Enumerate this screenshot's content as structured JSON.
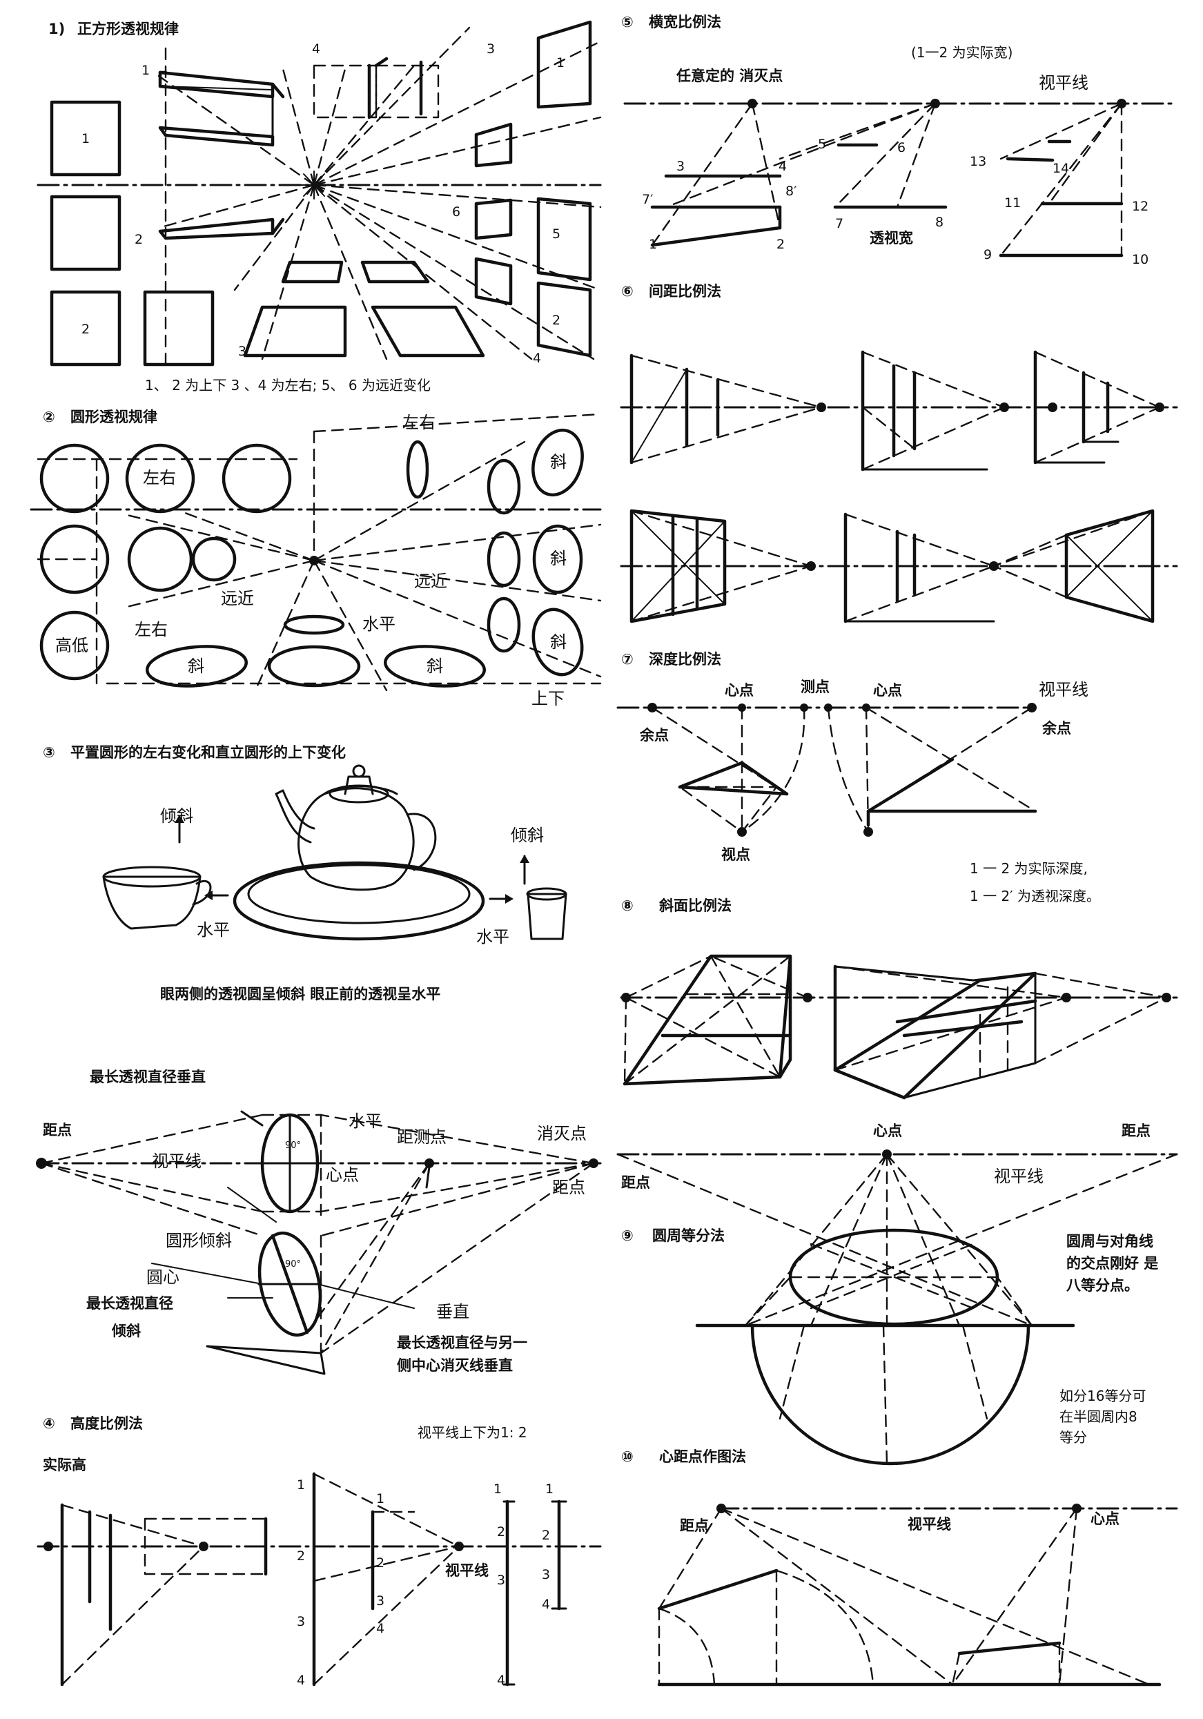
{
  "page": {
    "background": "#ffffff",
    "ink": "#111111"
  },
  "s1": {
    "title": "正方形透视规律",
    "num": "1)",
    "caption": "1、 2 为上下  3 、4 为左右; 5、 6 为远近变化",
    "sq1": "1",
    "sq2": "2",
    "l1": "1",
    "l2": "2",
    "l3": "3",
    "l4": "4",
    "l4b": "4",
    "l6": "6",
    "r1": "1",
    "r5": "5",
    "r2": "2"
  },
  "s2": {
    "num": "②",
    "title": "圆形透视规律",
    "zuoyou": "左右",
    "xie": "斜",
    "yuanjin": "远近",
    "gaodi": "高低",
    "shuiping": "水平",
    "shangxia": "上下"
  },
  "s3": {
    "num": "③",
    "title": "平置圆形的左右变化和直立圆形的上下变化",
    "qingxie": "倾斜",
    "shuiping": "水平",
    "caption": "眼两侧的透视圆呈倾斜 眼正前的透视呈水平",
    "zuichang_chuizhi": "最长透视直径垂直",
    "judian": "距点",
    "shipingxian": "视平线",
    "xindian": "心点",
    "jucedian": "距测点",
    "xiaomiedian": "消灭点",
    "yuanxing_qingxie": "圆形倾斜",
    "yuanxin": "圆心",
    "zuichang_zhijing": "最长透视直径",
    "qingxie2": "倾斜",
    "chuizhi": "垂直",
    "note1": "最长透视直径与另一",
    "note2": "侧中心消灭线垂直",
    "deg": "90°"
  },
  "s4": {
    "num": "④",
    "title": "高度比例法",
    "ratio": "视平线上下为1: 2",
    "shijigao": "实际高",
    "shipingxian": "视平线",
    "labels": [
      "1",
      "2",
      "3",
      "4"
    ]
  },
  "s5": {
    "num": "⑤",
    "title": "横宽比例法",
    "note": "(1一2 为实际宽)",
    "renyi": "任意定的 消灭点",
    "shipingxian": "视平线",
    "toushikuan": "透视宽",
    "labels": [
      "1",
      "2",
      "3",
      "4",
      "5",
      "6",
      "7",
      "8",
      "7′",
      "8′",
      "9",
      "10",
      "11",
      "12",
      "13",
      "14"
    ]
  },
  "s6": {
    "num": "⑥",
    "title": "间距比例法"
  },
  "s7": {
    "num": "⑦",
    "title": "深度比例法",
    "xindian": "心点",
    "cedian": "测点",
    "shipingxian": "视平线",
    "yudian": "余点",
    "shidian": "视点",
    "note1": "1 一 2 为实际深度,",
    "note2": "1 一 2′ 为透视深度。"
  },
  "s8": {
    "num": "⑧",
    "title": "斜面比例法"
  },
  "s9": {
    "num": "⑨",
    "title": "圆周等分法",
    "xindian": "心点",
    "judian": "距点",
    "shipingxian": "视平线",
    "note1": "圆周与对角线",
    "note2": "的交点刚好 是",
    "note3": "八等分点。",
    "note4": "如分16等分可",
    "note5": "在半圆周内8",
    "note6": "等分"
  },
  "s10": {
    "num": "⑩",
    "title": "心距点作图法",
    "judian": "距点",
    "shipingxian": "视平线",
    "xindian": "心点"
  }
}
